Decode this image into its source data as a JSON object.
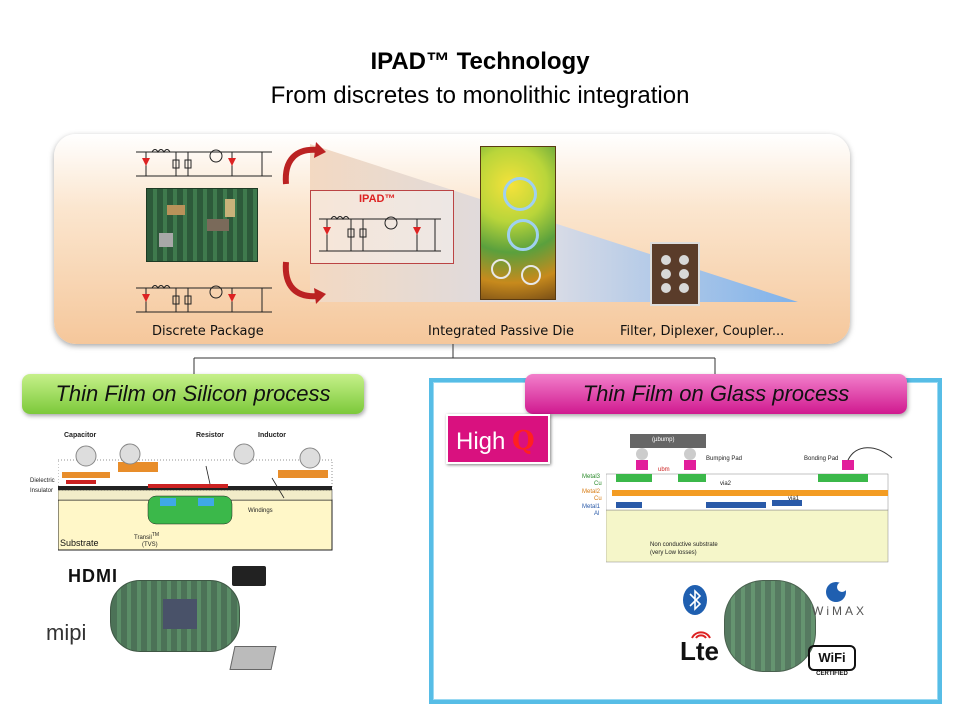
{
  "title": "IPAD™ Technology",
  "subtitle": "From discretes to monolithic integration",
  "banner": {
    "ipad_label": "IPAD™",
    "discrete_label": "Discrete Package",
    "ipd_label": "Integrated Passive Die",
    "functions_label": "Filter, Diplexer, Coupler..."
  },
  "silicon": {
    "title": "Thin Film on Silicon process",
    "capacitor": "Capacitor",
    "resistor": "Resistor",
    "inductor": "Inductor",
    "dielectric": "Dielectric",
    "insulator": "Insulator",
    "windings": "Windings",
    "transil": "Transil",
    "transil_sup": "TM",
    "tvs": "(TVS)",
    "substrate": "Substrate",
    "logo_hdmi": "HDMI",
    "logo_mipi": "mipi"
  },
  "glass": {
    "title": "Thin Film on Glass process",
    "high": "High",
    "q": "Q",
    "bump": "(µbump)",
    "bumping_pad": "Bumping Pad",
    "bonding_pad": "Bonding Pad",
    "ubm": "ubm",
    "metal3": "Metal3",
    "metal3_mat": "Cu",
    "metal2": "Metal2",
    "metal2_mat": "Cu",
    "metal1": "Metal1",
    "metal1_mat": "Al",
    "via2": "via2",
    "via1": "via1",
    "substrate_line1": "Non conductive substrate",
    "substrate_line2": "(very Low losses)",
    "logo_lte": "Lte",
    "logo_wimax": "WiMAX",
    "logo_wifi": "WiFi",
    "logo_wifi_cert": "CERTIFIED"
  },
  "colors": {
    "silicon_green": "#7cc93a",
    "glass_magenta": "#d0198f",
    "frame_blue": "#57bde6",
    "high_q_red": "#ff2020"
  }
}
